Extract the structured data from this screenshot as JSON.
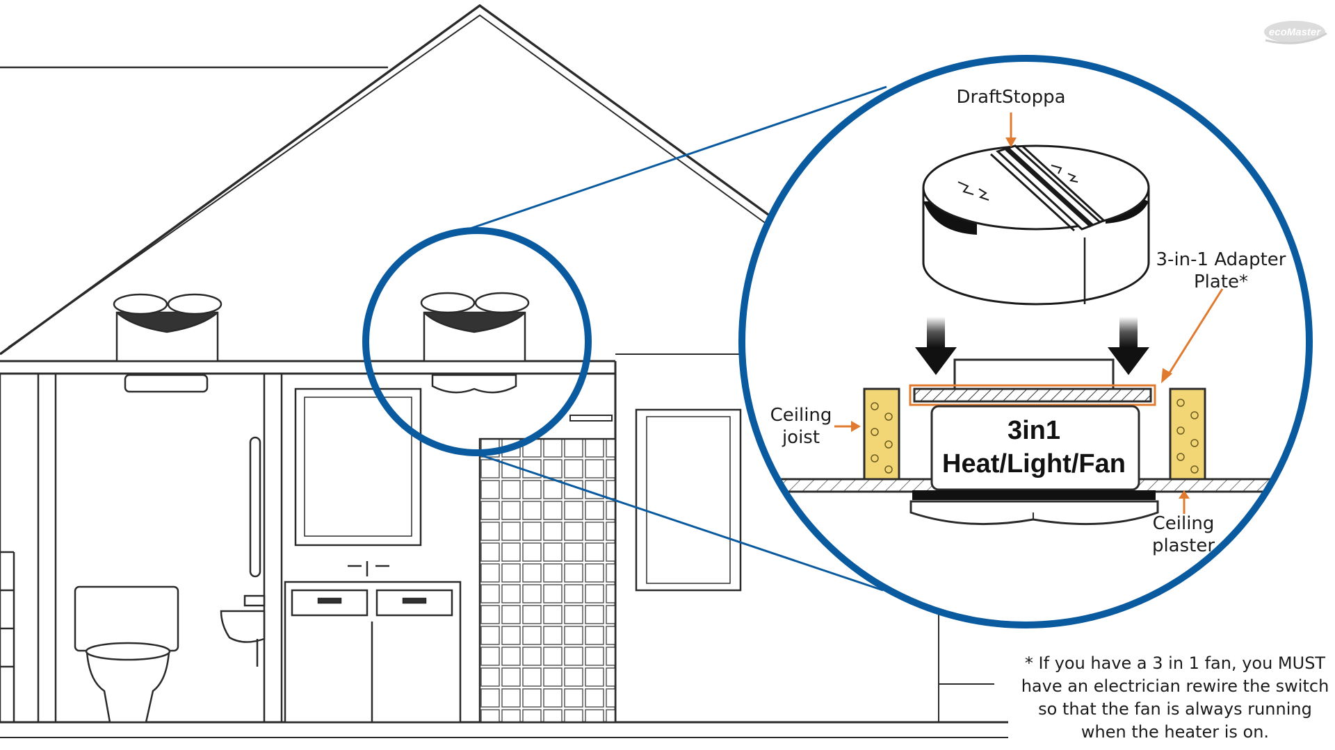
{
  "logo": {
    "text": "ecoMaster"
  },
  "labels": {
    "draftstoppa": "DraftStoppa",
    "adapter_line1": "3-in-1 Adapter",
    "adapter_line2": "Plate*",
    "joist_line1": "Ceiling",
    "joist_line2": "joist",
    "plaster_line1": "Ceiling",
    "plaster_line2": "plaster",
    "unit_line1": "3in1",
    "unit_line2": "Heat/Light/Fan"
  },
  "footnote": {
    "line1": "* If you have a 3 in 1 fan, you MUST",
    "line2": "have an electrician rewire the switch",
    "line3": "so that the fan is always running",
    "line4": "when the heater is on."
  },
  "colors": {
    "callout_blue": "#0a5aa0",
    "arrow_orange": "#e07a2e",
    "insulation_yellow": "#f2d675",
    "line_dark": "#2a2a2a"
  }
}
